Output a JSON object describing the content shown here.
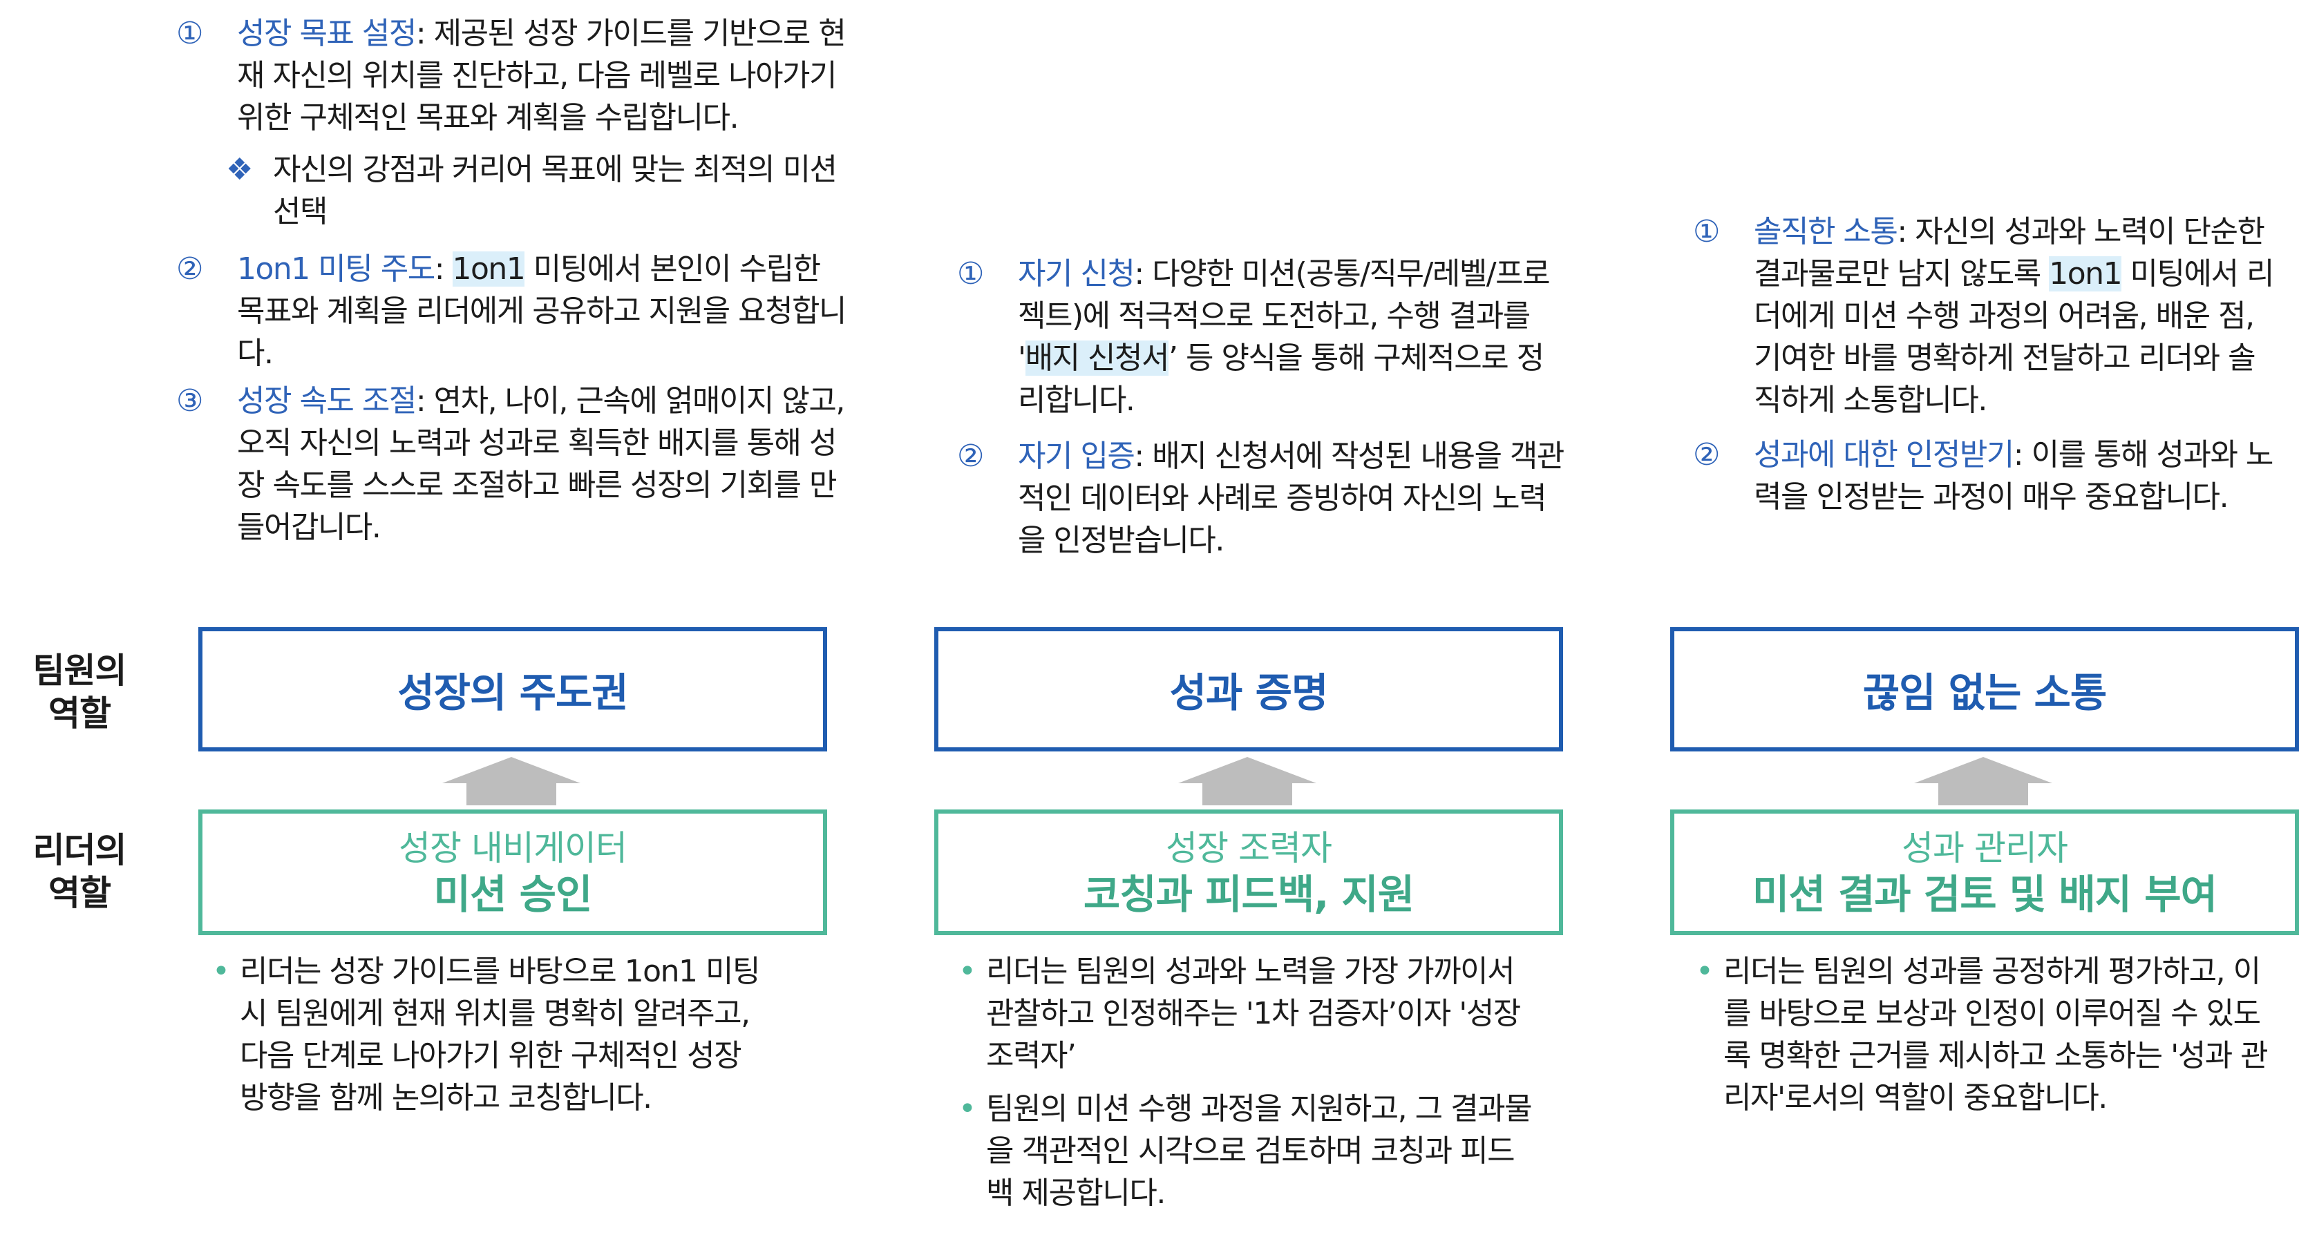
{
  "roles": {
    "team": "팀원의\n역할",
    "leader": "리더의\n역할"
  },
  "team_items": {
    "col1": [
      {
        "num": "①",
        "title": "성장 목표 설정",
        "body": ": 제공된 성장 가이드를 기반으로 현재 자신의 위치를 진단하고, 다음 레벨로 나아가기 위한 구체적인 목표와 계획을 수립합니다.",
        "sub": "자신의 강점과 커리어 목표에 맞는 최적의 미션 선택"
      },
      {
        "num": "②",
        "title": "1on1 미팅 주도",
        "sep": ": ",
        "highlight": "1on1",
        "body": " 미팅에서 본인이 수립한 목표와 계획을 리더에게 공유하고 지원을 요청합니다."
      },
      {
        "num": "③",
        "title": "성장 속도 조절",
        "body": ": 연차, 나이, 근속에 얽매이지 않고, 오직 자신의 노력과 성과로 획득한 배지를 통해 성장 속도를 스스로 조절하고 빠른 성장의 기회를 만들어갑니다."
      }
    ],
    "col2": [
      {
        "num": "①",
        "title": "자기 신청",
        "body_a": ": 다양한 미션(공통/직무/레벨/프로젝트)에 적극적으로 도전하고, 수행 결과를 '",
        "highlight": "배지 신청서",
        "body_b": "’ 등 양식을 통해 구체적으로 정리합니다."
      },
      {
        "num": "②",
        "title": "자기 입증",
        "body": ": 배지 신청서에 작성된 내용을 객관적인 데이터와 사례로 증빙하여 자신의 노력을 인정받습니다."
      }
    ],
    "col3": [
      {
        "num": "①",
        "title": "솔직한 소통",
        "body_a": ": 자신의 성과와 노력이 단순한 결과물로만 남지 않도록 ",
        "highlight": "1on1",
        "body_b": " 미팅에서 리더에게 미션 수행 과정의 어려움, 배운 점, 기여한 바를 명확하게 전달하고 리더와 솔직하게 소통합니다."
      },
      {
        "num": "②",
        "title": "성과에 대한 인정받기",
        "body": ": 이를 통해 성과와 노력을 인정받는 과정이 매우 중요합니다."
      }
    ]
  },
  "team_boxes": [
    "성장의 주도권",
    "성과 증명",
    "끊임 없는 소통"
  ],
  "leader_boxes": [
    {
      "role": "성장 내비게이터",
      "action": "미션 승인"
    },
    {
      "role": "성장 조력자",
      "action": "코칭과 피드백, 지원"
    },
    {
      "role": "성과 관리자",
      "action": "미션 결과 검토 및 배지 부여"
    }
  ],
  "leader_bullets": {
    "col1": [
      "리더는 성장 가이드를 바탕으로 1on1 미팅 시 팀원에게 현재 위치를 명확히 알려주고, 다음 단계로 나아가기 위한 구체적인 성장 방향을 함께 논의하고 코칭합니다."
    ],
    "col2": [
      "리더는 팀원의 성과와 노력을 가장 가까이서 관찰하고 인정해주는 '1차 검증자’이자 '성장 조력자’",
      "팀원의 미션 수행 과정을 지원하고, 그 결과물을 객관적인 시각으로 검토하며 코칭과 피드백 제공합니다."
    ],
    "col3": [
      "리더는 팀원의 성과를 공정하게 평가하고, 이를 바탕으로 보상과 인정이 이루어질 수 있도록 명확한 근거를 제시하고 소통하는 '성과 관리자'로서의 역할이 중요합니다."
    ]
  },
  "colors": {
    "blue": "#1f5cb0",
    "green": "#4fb89a",
    "highlight": "#dbeffa",
    "arrow": "#bdbdbd"
  }
}
